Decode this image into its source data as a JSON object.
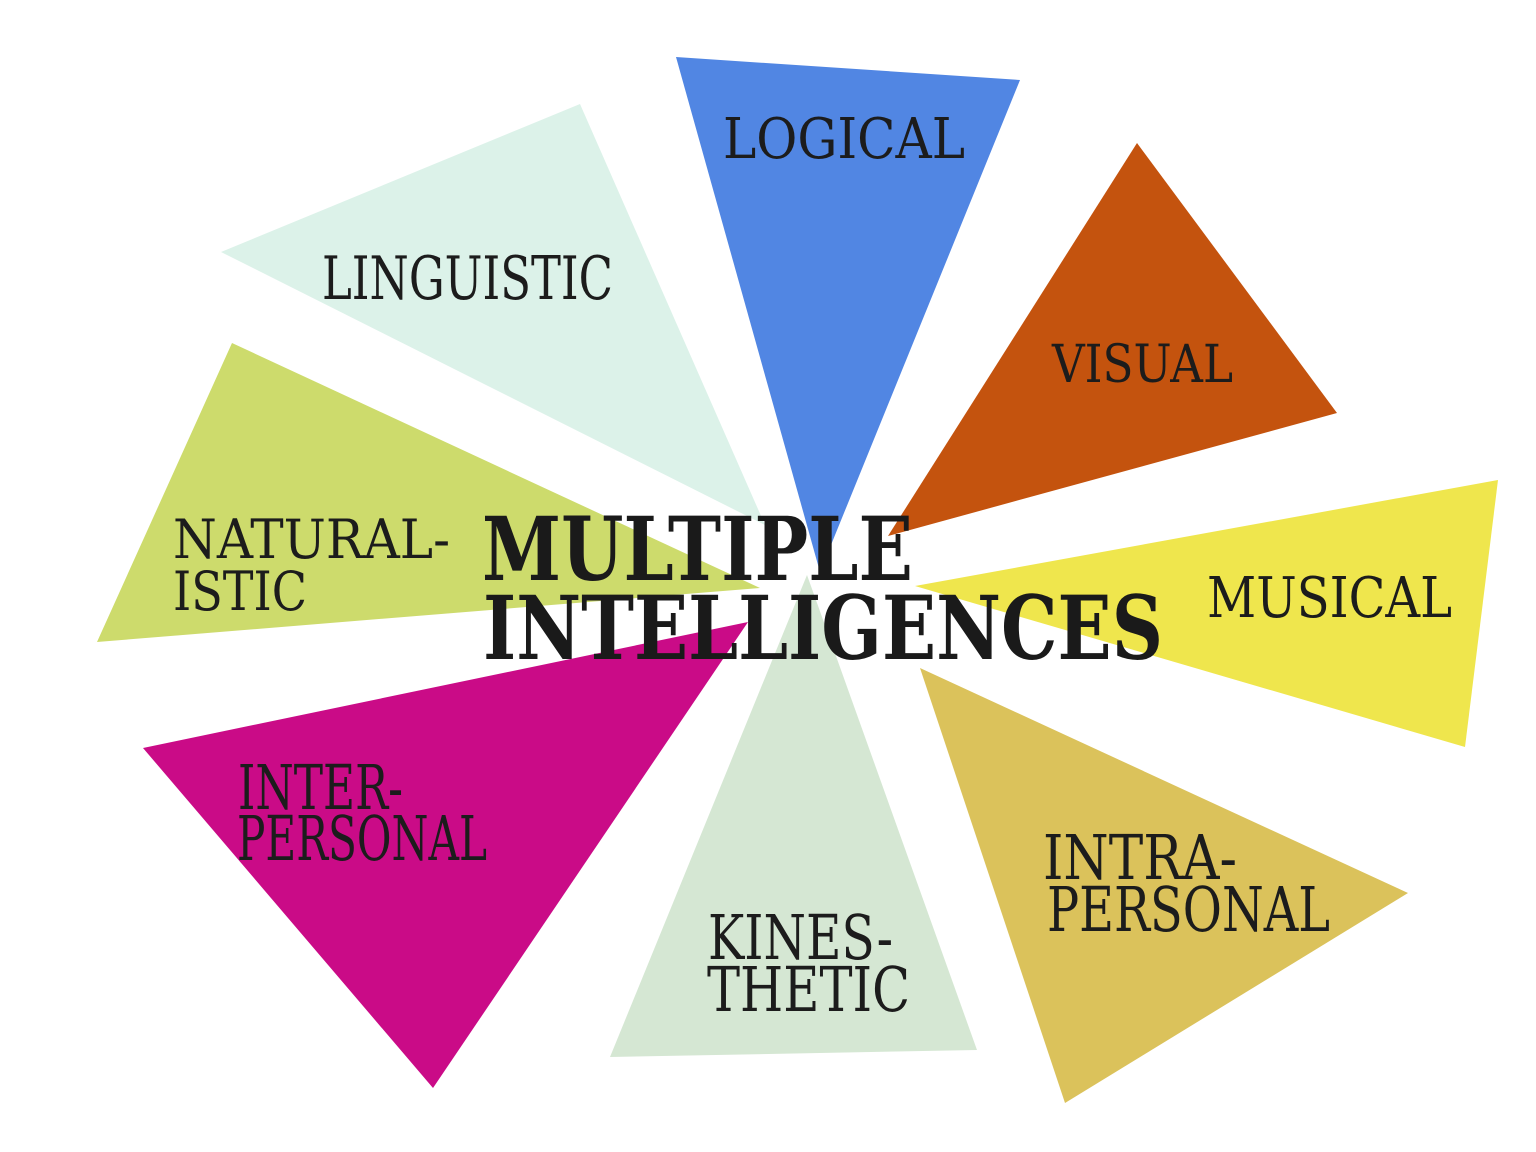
{
  "title": {
    "lines": [
      "MULTIPLE",
      "INTELLIGENCES"
    ],
    "color": "#1a1a1a"
  },
  "label_color": "#1c1c1c",
  "wedges": [
    {
      "id": "logical",
      "color": "#5186e3",
      "lines": [
        "LOGICAL"
      ]
    },
    {
      "id": "visual",
      "color": "#c4530e",
      "lines": [
        "VISUAL"
      ]
    },
    {
      "id": "musical",
      "color": "#efe64d",
      "lines": [
        "MUSICAL"
      ]
    },
    {
      "id": "intrapersonal",
      "color": "#dbc25b",
      "lines": [
        "INTRA-",
        "PERSONAL"
      ]
    },
    {
      "id": "kinesthetic",
      "color": "#d5e7d3",
      "lines": [
        "KINES-",
        "THETIC"
      ]
    },
    {
      "id": "interpersonal",
      "color": "#ca0b87",
      "lines": [
        "INTER-",
        "PERSONAL"
      ]
    },
    {
      "id": "naturalistic",
      "color": "#cddb6c",
      "lines": [
        "NATURAL-",
        "ISTIC"
      ]
    },
    {
      "id": "linguistic",
      "color": "#dcf2e9",
      "lines": [
        "LINGUISTIC"
      ]
    }
  ]
}
